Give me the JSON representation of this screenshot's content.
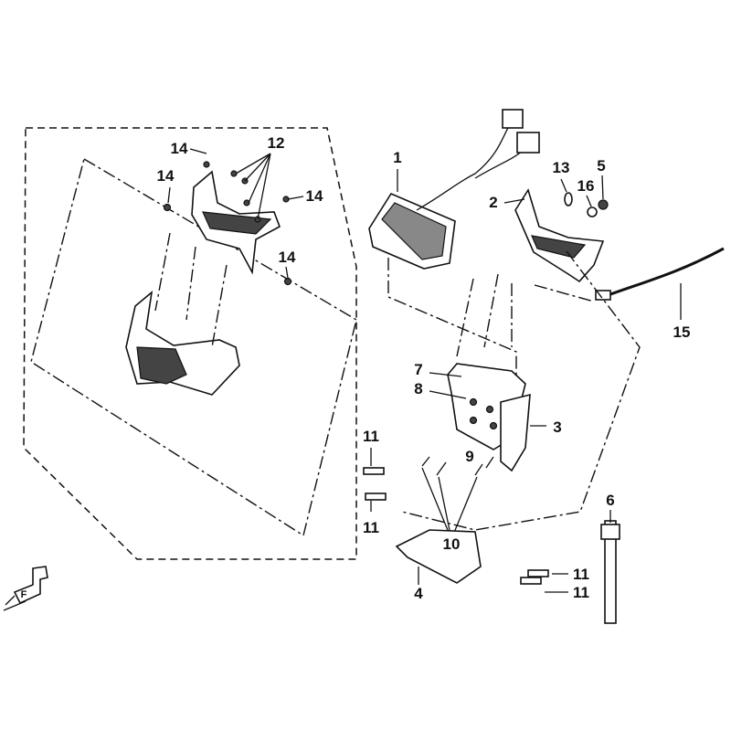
{
  "diagram": {
    "title": "Meter / front cover assembly exploded view",
    "direction_indicator": "F",
    "callouts": {
      "c1": "1",
      "c2": "2",
      "c3": "3",
      "c4": "4",
      "c5": "5",
      "c6": "6",
      "c7": "7",
      "c8": "8",
      "c9": "9",
      "c10": "10",
      "c11": "11",
      "c12": "12",
      "c13": "13",
      "c14": "14",
      "c15": "15",
      "c16": "16"
    }
  }
}
